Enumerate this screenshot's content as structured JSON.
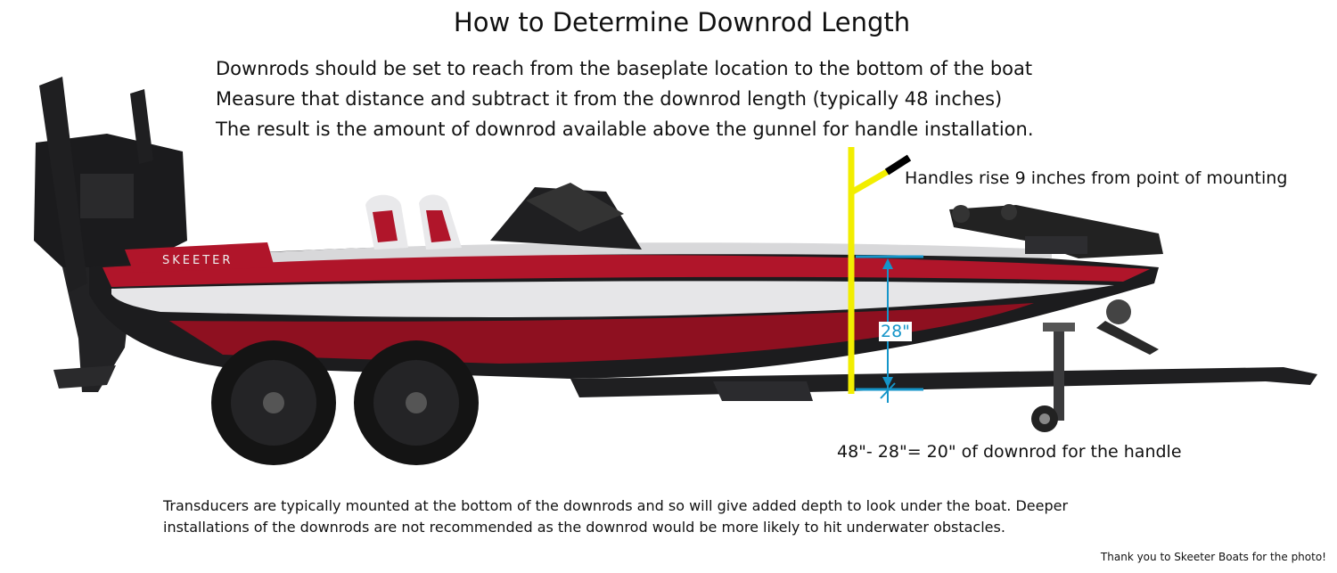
{
  "title": "How to Determine Downrod Length",
  "intro_lines": [
    "Downrods should be set to reach from the baseplate location to the bottom of the boat",
    "Measure that distance and subtract it from the downrod length (typically 48 inches)",
    "The result is the amount of downrod available above the gunnel for handle installation."
  ],
  "callouts": {
    "handle_rise": "Handles rise 9 inches from point of mounting",
    "measurement": "28\"",
    "result": "48\"- 28\"= 20\"  of downrod for the handle"
  },
  "footer": {
    "line1": "Transducers are typically mounted at the bottom of the downrods and so will give added depth to look under the boat.  Deeper",
    "line2": "installations of the downrods are not recommended as the downrod would be more likely to hit underwater obstacles."
  },
  "boat_brand": "SKEETER",
  "credit": "Thank you to Skeeter Boats for the photo!",
  "colors": {
    "downrod": "#f2ee00",
    "measure": "#1595c9",
    "hull_red": "#b0152a",
    "hull_dark": "#1c1c1e",
    "hull_white": "#e6e6e8"
  }
}
